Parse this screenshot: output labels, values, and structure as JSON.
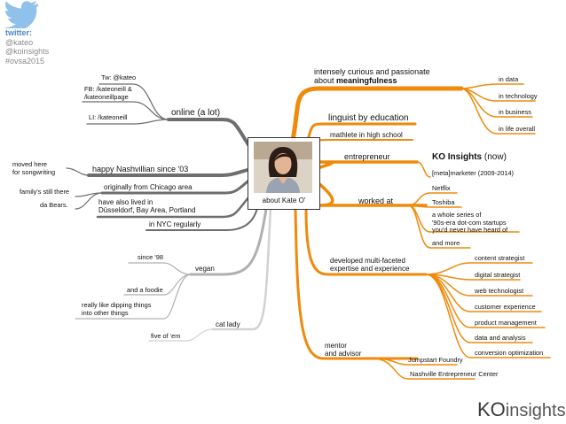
{
  "twitter": {
    "heading": "twitter:",
    "handles": [
      "@kateo",
      "@koinsights",
      "#ovsa2015"
    ]
  },
  "center": {
    "label": "about Kate O'"
  },
  "left": {
    "online": {
      "label": "online (a lot)",
      "children": [
        "Tw: @kateo",
        "FB: /kateoneill &\n/kateoneillpage",
        "LI: /kateoneill"
      ]
    },
    "nashville": {
      "label": "happy Nashvillian since '03",
      "note": "moved here\nfor songwriting"
    },
    "chicago": {
      "label": "originally from Chicago area",
      "notes": [
        "family's still there",
        "da Bears."
      ]
    },
    "lived": {
      "label": "have also lived in\nDüsseldorf, Bay Area, Portland"
    },
    "nyc": {
      "label": "in NYC regularly"
    },
    "vegan": {
      "label": "vegan",
      "children": [
        "since '98",
        "and a foodie",
        "really like dipping things\ninto other things"
      ]
    },
    "cat": {
      "label": "cat lady",
      "child": "five of 'em"
    }
  },
  "right": {
    "curious": {
      "label_prefix": "intensely curious and passionate\nabout ",
      "label_bold": "meaningfulness",
      "children": [
        "in data",
        "in technology",
        "in business",
        "in life overall"
      ]
    },
    "linguist": {
      "label": "linguist by education"
    },
    "mathlete": {
      "label": "mathlete in high school"
    },
    "entrepreneur": {
      "label": "entrepreneur",
      "company_bold": "KO Insights",
      "company_suffix": " (now)",
      "past": "[meta]marketer (2009-2014)"
    },
    "worked": {
      "label": "worked at",
      "children": [
        "Netflix",
        "Toshiba",
        "a whole series of\n'90s-era dot-com startups\nyou'd never have heard of",
        "and more"
      ]
    },
    "expertise": {
      "label": "developed multi-faceted\nexpertise and experience",
      "children": [
        "content strategist",
        "digital strategist",
        "web technologist",
        "customer experience",
        "product management",
        "data and analysis",
        "conversion optimization"
      ]
    },
    "mentor": {
      "label": "mentor\nand advisor",
      "children": [
        "Jumpstart Foundry",
        "Nashville Entrepreneur Center"
      ]
    }
  },
  "logo": {
    "part1": "KO",
    "part2": "insights"
  },
  "colors": {
    "orange": "#ef8a0b",
    "gray": "#6e6e6e",
    "lightgray": "#c8c8c8",
    "twitterblue": "#8fc1ea"
  }
}
